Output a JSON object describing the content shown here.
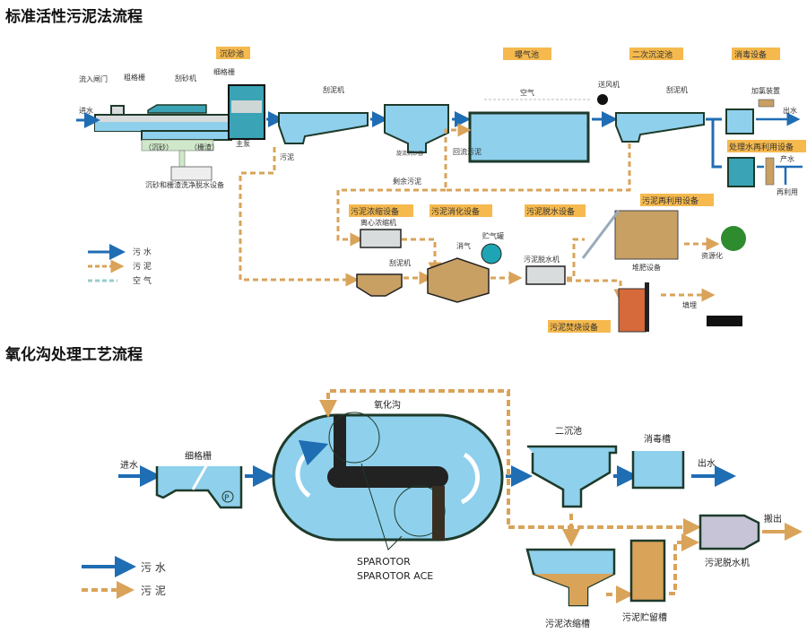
{
  "colors": {
    "water": "#1f6db3",
    "sludge": "#d9a35a",
    "tank": "#8fd0ec",
    "tag_bg": "#f5b94e",
    "wall": "#1e3a2a",
    "sludge_fill": "#c8a064"
  },
  "top": {
    "title": "标准活性污泥法流程",
    "section_tags": [
      "沉砂池",
      "曝气池",
      "二次沉淀池",
      "消毒设备",
      "处理水再利用设备",
      "污泥浓缩设备",
      "污泥消化设备",
      "污泥脱水设备",
      "污泥再利用设备",
      "污泥焚烧设备"
    ],
    "labels": {
      "inlet": "进水",
      "gate": "流入闸门",
      "coarse_screen": "粗格栅",
      "grit_remover": "刮砂机",
      "fine_screen": "细格栅",
      "grit": "（沉砂）",
      "screenings": "（栅渣）",
      "main_pump": "主泵",
      "wash_equipment": "沉砂和栅渣洗净脱水设备",
      "scraper1": "刮泥机",
      "vortex": "旋流沉砂器",
      "sludge_v": "污泥",
      "excess_sludge": "剩余污泥",
      "return_sludge": "回流污泥",
      "air": "空气",
      "blower": "送风机",
      "scraper2": "刮泥机",
      "chlorinator": "加氯装置",
      "outlet": "出水",
      "product_water": "产水",
      "reuse": "再利用",
      "centrifuge": "离心浓缩机",
      "scraper3": "刮泥机",
      "digester_gas": "消气",
      "gas_holder": "贮气罐",
      "dewaterer": "污泥脱水机",
      "composting": "堆肥设备",
      "resource": "资源化",
      "landfill": "填埋"
    },
    "legend": [
      {
        "label": "污 水",
        "kind": "water"
      },
      {
        "label": "污 泥",
        "kind": "sludge"
      },
      {
        "label": "空 气",
        "kind": "air"
      }
    ]
  },
  "bottom": {
    "title": "氧化沟处理工艺流程",
    "labels": {
      "inlet": "进水",
      "fine_screen": "细格栅",
      "pump": "P",
      "ditch": "氧化沟",
      "aerator1": "SPAROTOR",
      "aerator2": "SPAROTOR ACE",
      "clarifier": "二沉池",
      "disinfection": "消毒槽",
      "outlet": "出水",
      "thickener": "污泥浓缩槽",
      "storage": "污泥贮留槽",
      "dewaterer": "污泥脱水机",
      "carry_out": "搬出"
    },
    "legend": [
      {
        "label": "污 水",
        "kind": "water"
      },
      {
        "label": "污 泥",
        "kind": "sludge"
      }
    ]
  }
}
